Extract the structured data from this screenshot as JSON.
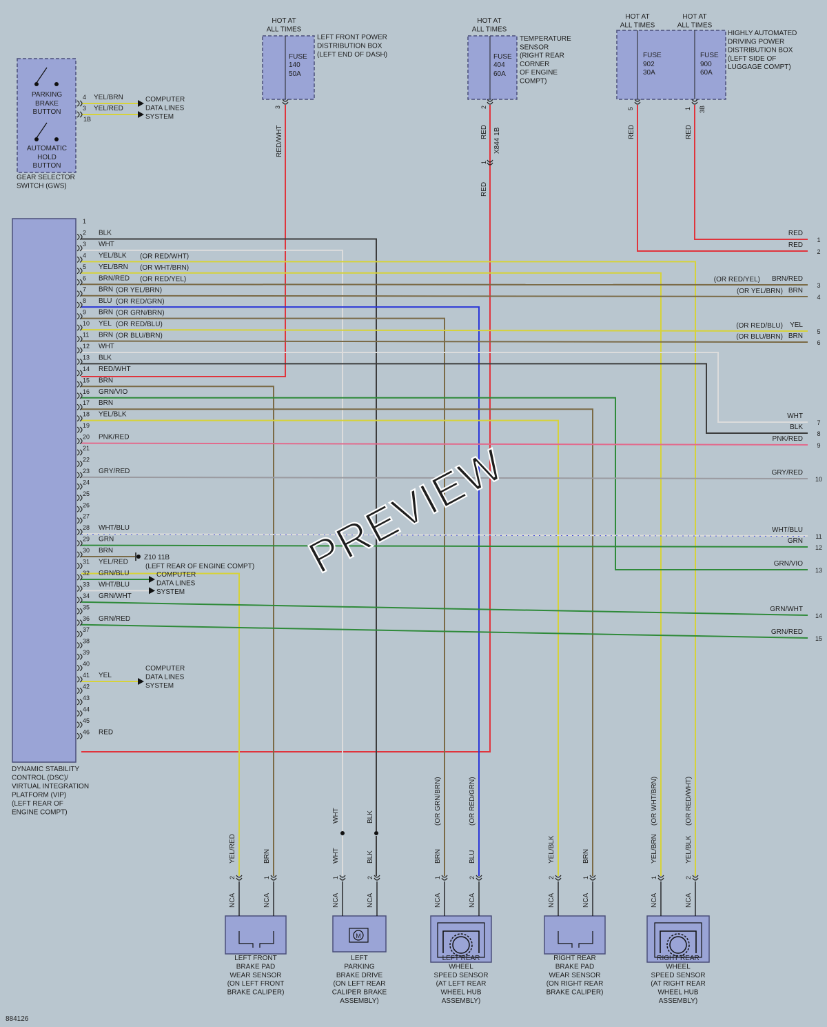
{
  "colors": {
    "RED": "#e0343c",
    "BLK": "#3c3c3c",
    "WHT": "#dcdcdc",
    "YEL": "#d6d23a",
    "BRN": "#7a6a46",
    "BLU": "#2a36d8",
    "GRN": "#2f8a3a",
    "GRY": "#9a9aa0",
    "PNK": "#e26a8c",
    "VIO": "#7a4aa0",
    "module": "#9aa4d6",
    "module_stroke": "#4a4f7a"
  },
  "diagram_id": "884126",
  "watermark": "PREVIEW",
  "hot_at_all_times": [
    "HOT AT",
    "ALL TIMES"
  ],
  "gws": {
    "name_lines": [
      "GEAR SELECTOR",
      "SWITCH (GWS)"
    ],
    "parking_lines": [
      "PARKING",
      "BRAKE",
      "BUTTON"
    ],
    "hold_lines": [
      "AUTOMATIC",
      "HOLD",
      "BUTTON"
    ],
    "wires": [
      {
        "pin": "4",
        "color": "YEL/BRN"
      },
      {
        "pin": "3",
        "color": "YEL/RED"
      }
    ],
    "connector": "1B",
    "data_lines": [
      "COMPUTER",
      "DATA LINES",
      "SYSTEM"
    ]
  },
  "fuse_boxes": [
    {
      "name_lines": [
        "LEFT FRONT POWER",
        "DISTRIBUTION BOX",
        "(LEFT END OF DASH)"
      ],
      "fuses": [
        {
          "label": "FUSE",
          "number": "140",
          "rating": "50A",
          "pin": "3",
          "wire": "RED/WHT"
        }
      ]
    },
    {
      "name_lines": [
        "TEMPERATURE",
        "SENSOR",
        "(RIGHT REAR",
        "CORNER",
        "OF ENGINE",
        "COMPT)"
      ],
      "fuses": [
        {
          "label": "FUSE",
          "number": "404",
          "rating": "60A",
          "pin": "2",
          "wire": "RED"
        }
      ],
      "inline_connector": "X844 1B",
      "inline_pin": "1",
      "lower_wire": "RED"
    },
    {
      "name_lines": [
        "HIGHLY AUTOMATED",
        "DRIVING POWER",
        "DISTRIBUTION BOX",
        "(LEFT SIDE OF",
        "LUGGAGE COMPT)"
      ],
      "fuses": [
        {
          "label": "FUSE",
          "number": "902",
          "rating": "30A",
          "pin": "5",
          "wire": "RED"
        },
        {
          "label": "FUSE",
          "number": "900",
          "rating": "60A",
          "pin": "1",
          "wire": "RED",
          "connector": "3B"
        }
      ]
    }
  ],
  "dsc": {
    "name_lines": [
      "DYNAMIC STABILITY",
      "CONTROL (DSC)/",
      "VIRTUAL INTEGRATION",
      "PLATFORM (VIP)",
      "(LEFT REAR OF",
      "ENGINE COMPT)"
    ],
    "pins": [
      {
        "n": "1"
      },
      {
        "n": "2",
        "color": "BLK"
      },
      {
        "n": "3",
        "color": "WHT"
      },
      {
        "n": "4",
        "color": "YEL/BLK",
        "alt": "(OR RED/WHT)"
      },
      {
        "n": "5",
        "color": "YEL/BRN",
        "alt": "(OR WHT/BRN)"
      },
      {
        "n": "6",
        "color": "BRN/RED",
        "alt": "(OR RED/YEL)"
      },
      {
        "n": "7",
        "color": "BRN",
        "alt": "(OR YEL/BRN)"
      },
      {
        "n": "8",
        "color": "BLU",
        "alt": "(OR RED/GRN)"
      },
      {
        "n": "9",
        "color": "BRN",
        "alt": "(OR GRN/BRN)"
      },
      {
        "n": "10",
        "color": "YEL",
        "alt": "(OR RED/BLU)"
      },
      {
        "n": "11",
        "color": "BRN",
        "alt": "(OR BLU/BRN)"
      },
      {
        "n": "12",
        "color": "WHT"
      },
      {
        "n": "13",
        "color": "BLK"
      },
      {
        "n": "14",
        "color": "RED/WHT"
      },
      {
        "n": "15",
        "color": "BRN"
      },
      {
        "n": "16",
        "color": "GRN/VIO"
      },
      {
        "n": "17",
        "color": "BRN"
      },
      {
        "n": "18",
        "color": "YEL/BLK"
      },
      {
        "n": "19"
      },
      {
        "n": "20",
        "color": "PNK/RED"
      },
      {
        "n": "21"
      },
      {
        "n": "22"
      },
      {
        "n": "23",
        "color": "GRY/RED"
      },
      {
        "n": "24"
      },
      {
        "n": "25"
      },
      {
        "n": "26"
      },
      {
        "n": "27"
      },
      {
        "n": "28",
        "color": "WHT/BLU"
      },
      {
        "n": "29",
        "color": "GRN"
      },
      {
        "n": "30",
        "color": "BRN"
      },
      {
        "n": "31",
        "color": "YEL/RED"
      },
      {
        "n": "32",
        "color": "GRN/BLU"
      },
      {
        "n": "33",
        "color": "WHT/BLU"
      },
      {
        "n": "34",
        "color": "GRN/WHT"
      },
      {
        "n": "35"
      },
      {
        "n": "36",
        "color": "GRN/RED"
      },
      {
        "n": "37"
      },
      {
        "n": "38"
      },
      {
        "n": "39"
      },
      {
        "n": "40"
      },
      {
        "n": "41",
        "color": "YEL"
      },
      {
        "n": "42"
      },
      {
        "n": "43"
      },
      {
        "n": "44"
      },
      {
        "n": "45"
      },
      {
        "n": "46",
        "color": "RED"
      }
    ],
    "ground": {
      "label": "Z10 11B",
      "location": "(LEFT REAR OF ENGINE COMPT)"
    },
    "data_lines_mid": [
      "COMPUTER",
      "DATA LINES",
      "SYSTEM"
    ],
    "data_lines_low": [
      "COMPUTER",
      "DATA LINES",
      "SYSTEM"
    ]
  },
  "right_connector": [
    {
      "n": "1",
      "color": "RED"
    },
    {
      "n": "2",
      "color": "RED"
    },
    {
      "n": "3",
      "color": "BRN/RED",
      "alt": "(OR RED/YEL)"
    },
    {
      "n": "4",
      "color": "BRN",
      "alt": "(OR YEL/BRN)"
    },
    {
      "n": "5",
      "color": "YEL",
      "alt": "(OR RED/BLU)"
    },
    {
      "n": "6",
      "color": "BRN",
      "alt": "(OR BLU/BRN)"
    },
    {
      "n": "7",
      "color": "WHT"
    },
    {
      "n": "8",
      "color": "BLK"
    },
    {
      "n": "9",
      "color": "PNK/RED"
    },
    {
      "n": "10",
      "color": "GRY/RED"
    },
    {
      "n": "11",
      "color": "WHT/BLU"
    },
    {
      "n": "12",
      "color": "GRN"
    },
    {
      "n": "13",
      "color": "GRN/VIO"
    },
    {
      "n": "14",
      "color": "GRN/WHT"
    },
    {
      "n": "15",
      "color": "GRN/RED"
    }
  ],
  "components": [
    {
      "name_lines": [
        "LEFT FRONT",
        "BRAKE PAD",
        "WEAR SENSOR",
        "(ON LEFT FRONT",
        "BRAKE CALIPER)"
      ],
      "pins": [
        {
          "n": "2",
          "wire": "YEL/RED"
        },
        {
          "n": "1",
          "wire": "BRN"
        }
      ],
      "nca": "NCA"
    },
    {
      "name_lines": [
        "LEFT",
        "PARKING",
        "BRAKE DRIVE",
        "(ON LEFT REAR",
        "CALIPER BRAKE",
        "ASSEMBLY)"
      ],
      "pins": [
        {
          "n": "1",
          "wire": "WHT"
        },
        {
          "n": "2",
          "wire": "BLK"
        }
      ],
      "upper_wires": [
        "WHT",
        "BLK"
      ],
      "motor": "M",
      "nca": "NCA"
    },
    {
      "name_lines": [
        "LEFT REAR",
        "WHEEL",
        "SPEED SENSOR",
        "(AT LEFT REAR",
        "WHEEL HUB",
        "ASSEMBLY)"
      ],
      "pins": [
        {
          "n": "1",
          "wire": "BRN",
          "alt": "(OR GRN/BRN)"
        },
        {
          "n": "2",
          "wire": "BLU",
          "alt": "(OR RED/GRN)"
        }
      ],
      "nca": "NCA"
    },
    {
      "name_lines": [
        "RIGHT REAR",
        "BRAKE PAD",
        "WEAR SENSOR",
        "(ON RIGHT REAR",
        "BRAKE CALIPER)"
      ],
      "pins": [
        {
          "n": "2",
          "wire": "YEL/BLK"
        },
        {
          "n": "1",
          "wire": "BRN"
        }
      ],
      "nca": "NCA"
    },
    {
      "name_lines": [
        "RIGHT REAR",
        "WHEEL",
        "SPEED SENSOR",
        "(AT RIGHT REAR",
        "WHEEL HUB",
        "ASSEMBLY)"
      ],
      "pins": [
        {
          "n": "1",
          "wire": "YEL/BRN",
          "alt": "(OR WHT/BRN)"
        },
        {
          "n": "2",
          "wire": "YEL/BLK",
          "alt": "(OR RED/WHT)"
        }
      ],
      "nca": "NCA"
    }
  ]
}
